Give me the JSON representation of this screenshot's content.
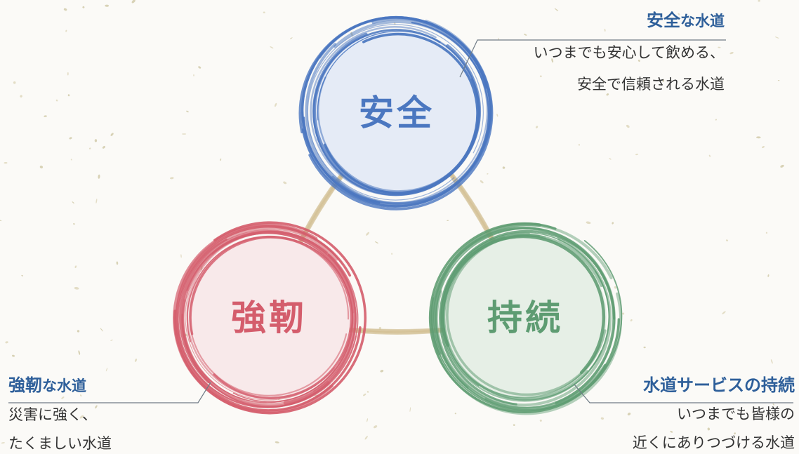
{
  "colors": {
    "background": "#fbfaf7",
    "safety": "#4b77c0",
    "safety_fill": "#e5ebf6",
    "resilience": "#d45d6c",
    "resilience_fill": "#f8e9ea",
    "sustain": "#5e9c72",
    "sustain_fill": "#e6efe6",
    "connector": "#c9b27c",
    "title_text": "#2e5f9a",
    "body_text": "#333333",
    "line": "#6f7b86"
  },
  "circles": {
    "safety": {
      "label": "安全",
      "color_key": "safety"
    },
    "resilience": {
      "label": "強靭",
      "color_key": "resilience"
    },
    "sustain": {
      "label": "持続",
      "color_key": "sustain"
    }
  },
  "callouts": {
    "top": {
      "title_main": "安全",
      "title_suffix": "な水道",
      "lines": [
        "いつまでも安心して飲める、",
        "安全で信頼される水道"
      ]
    },
    "left": {
      "title_main": "強靭",
      "title_suffix": "な水道",
      "lines": [
        "災害に強く、",
        "たくましい水道"
      ]
    },
    "right": {
      "title_main": "水道サービスの持続",
      "lines": [
        "いつまでも皆様の",
        "近くにありつづける水道"
      ]
    }
  },
  "icons": [
    "brush-ring-icon",
    "speckle-texture-icon"
  ]
}
